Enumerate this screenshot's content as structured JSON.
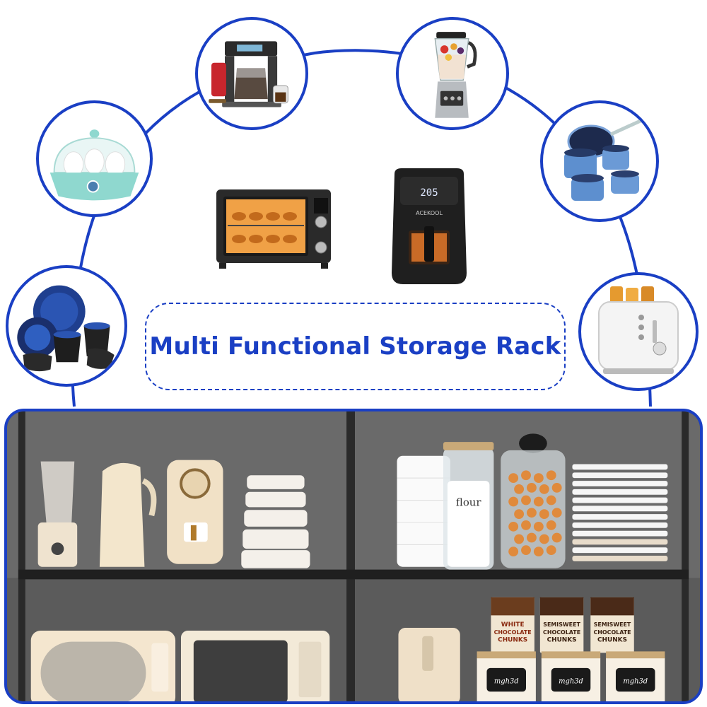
{
  "title": "Multi Functional Storage Rack",
  "brand_color": "#1a3fc4",
  "circles": [
    {
      "icon": "coffee-maker-icon"
    },
    {
      "icon": "blender-icon"
    },
    {
      "icon": "egg-cooker-icon"
    },
    {
      "icon": "cookware-set-icon"
    },
    {
      "icon": "dinnerware-set-icon"
    },
    {
      "icon": "toaster-icon"
    }
  ],
  "center_appliances": {
    "oven": {
      "icon": "toaster-oven-icon"
    },
    "air_fryer": {
      "icon": "air-fryer-icon",
      "display": "205",
      "brand": "ACEKOOL"
    }
  },
  "shelf": {
    "flour_label": "flour",
    "snack_labels": [
      {
        "line1": "WHITE",
        "line2": "CHOCOLATE",
        "line3": "CHUNKS"
      },
      {
        "line1": "SEMISWEET",
        "line2": "CHOCOLATE",
        "line3": "CHUNKS"
      },
      {
        "line1": "SEMISWEET",
        "line2": "CHOCOLATE",
        "line3": "CHUNKS"
      }
    ],
    "jar_tag": "mgh3d"
  }
}
